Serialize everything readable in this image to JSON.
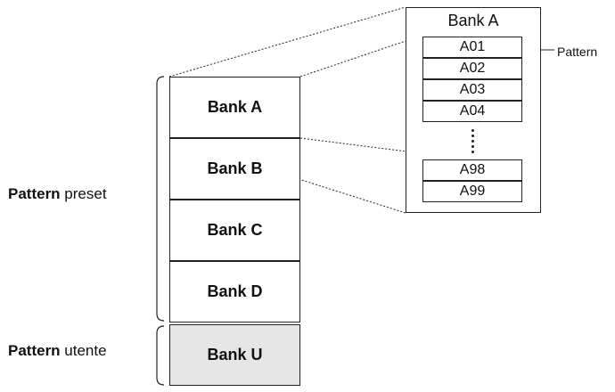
{
  "banks": {
    "a": "Bank A",
    "b": "Bank B",
    "c": "Bank C",
    "d": "Bank D",
    "u": "Bank U"
  },
  "groups": {
    "preset_bold": "Pattern",
    "preset_rest": " preset",
    "user_bold": "Pattern",
    "user_rest": " utente"
  },
  "detail": {
    "title": "Bank A",
    "slots": [
      "A01",
      "A02",
      "A03",
      "A04",
      "A98",
      "A99"
    ],
    "callout": "Pattern"
  }
}
